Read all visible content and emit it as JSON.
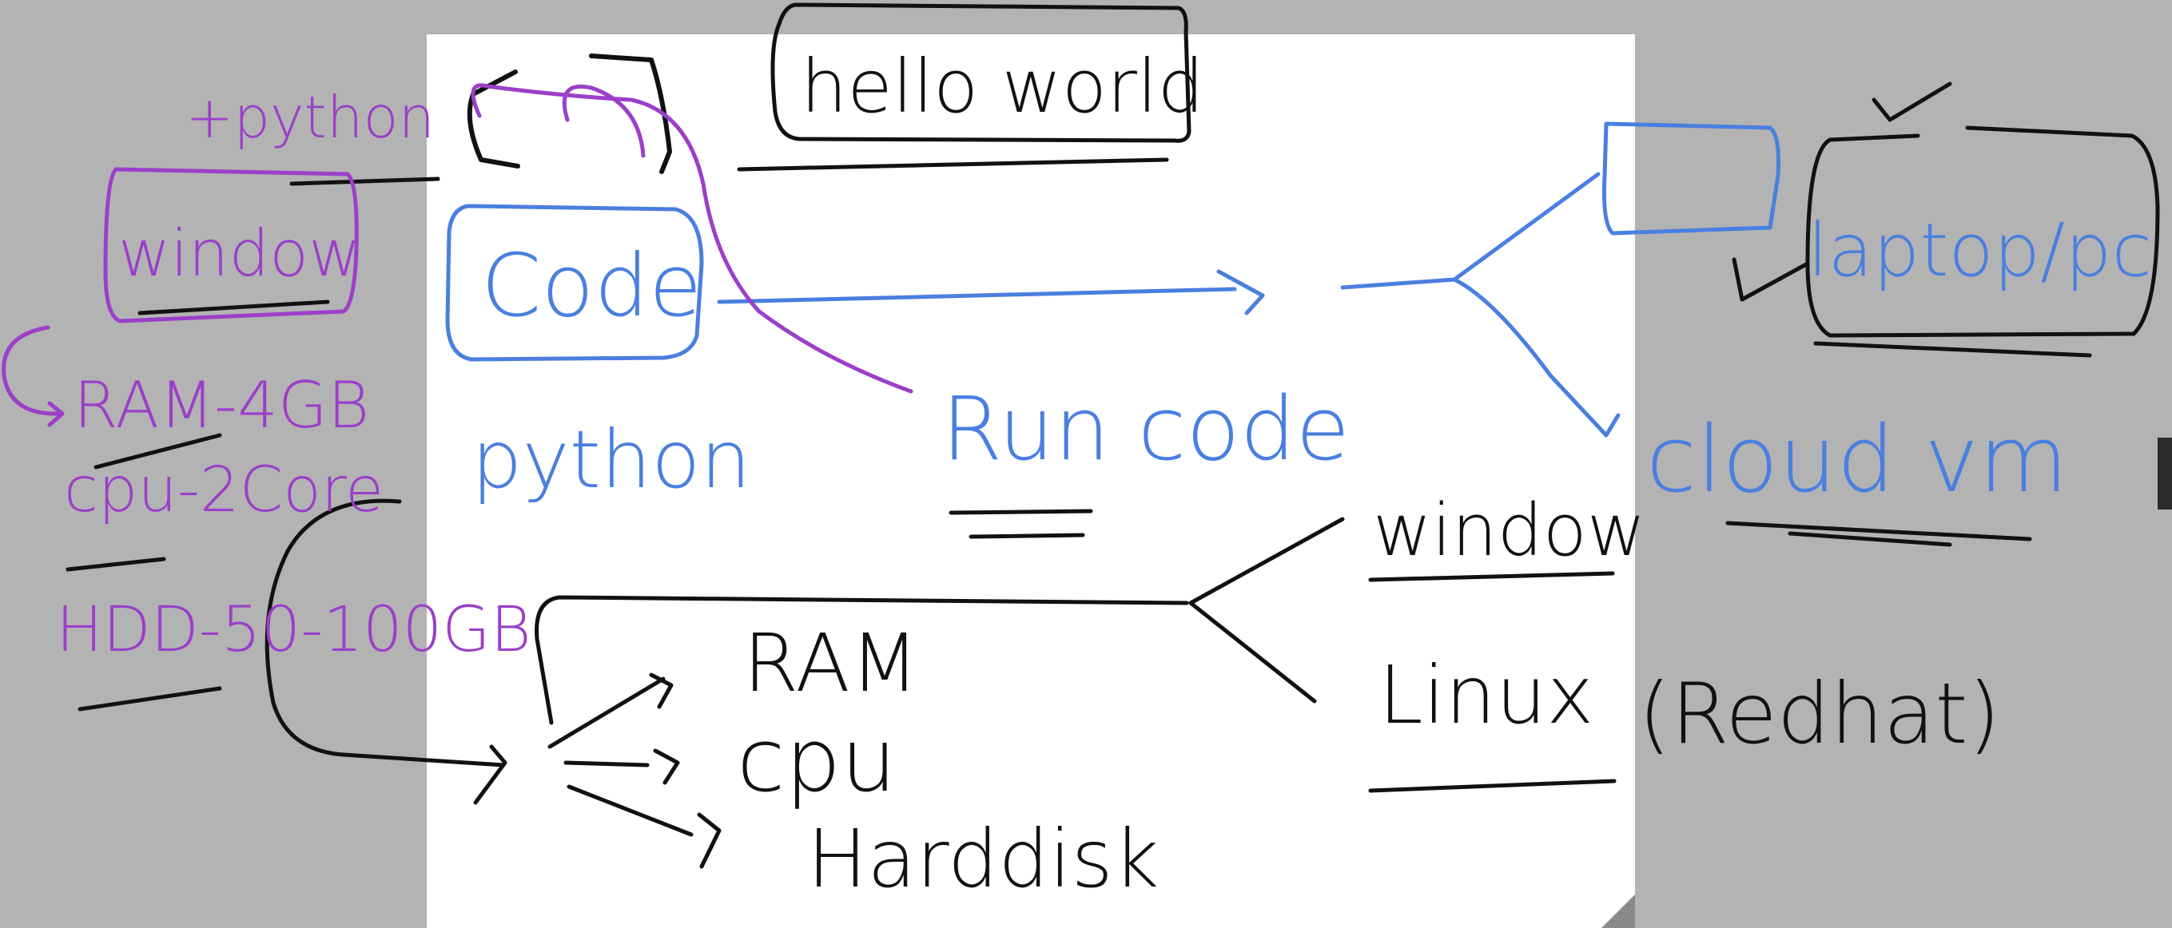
{
  "colors": {
    "background": "#b3b3b3",
    "page": "#ffffff",
    "ink_black": "#111111",
    "ink_blue": "#4a7fe0",
    "ink_purple": "#9b3fc9",
    "scroll_handle": "#2a2a2a"
  },
  "notes": {
    "hello_world": "hello world",
    "code": "Code",
    "python": "python",
    "run_code": "Run code",
    "laptop_pc": "laptop/pc",
    "cloud_vm": "cloud vm",
    "window": "window",
    "linux": "Linux",
    "redhat": "(Redhat)",
    "ram": "RAM",
    "cpu": "cpu",
    "harddisk": "Harddisk",
    "python_side": "+python",
    "windows_side": "window",
    "ram_spec": "RAM-4GB",
    "cpu_spec": "cpu-2Core",
    "hdd_spec": "HDD-50-100GB"
  }
}
